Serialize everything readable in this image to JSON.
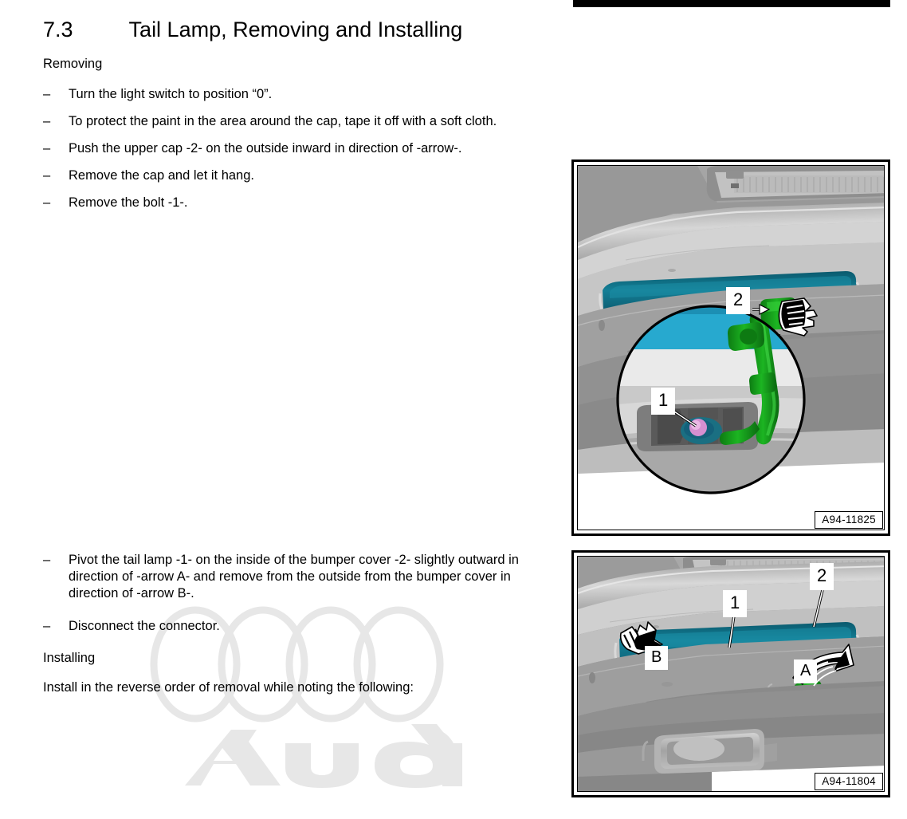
{
  "document": {
    "brand_watermark": "Audi",
    "section": {
      "number": "7.3",
      "title": "Tail Lamp, Removing and Installing"
    }
  },
  "content": {
    "removing": {
      "heading": "Removing",
      "steps": [
        "Turn the light switch to position “0”.",
        "To protect the paint in the area around the cap, tape it off with a soft cloth.",
        "Push the upper cap -2- on the outside inward in direction of -arrow-.",
        "Remove the cap and let it hang.",
        "Remove the bolt -1-."
      ]
    },
    "removing_part2": {
      "steps": [
        "Pivot the tail lamp -1- on the inside of the bumper cover -2- slightly outward in direction of -arrow A- and remove from the outside from the bumper cover in direction of -arrow B-.",
        "Disconnect the connector."
      ]
    },
    "installing": {
      "heading": "Installing",
      "paragraph": "Install in the reverse order of removal while noting the following:"
    },
    "bullet_marker": "–"
  },
  "figures": [
    {
      "id": "figure-1",
      "caption": "A94-11825",
      "description": "Rear bumper area with tail lamp reflector and upper cap, with magnified detail circle",
      "callouts": [
        {
          "label": "1",
          "refers_to": "bolt"
        },
        {
          "label": "2",
          "refers_to": "upper cap"
        }
      ],
      "colors": {
        "highlight_part": "#12768c",
        "clip_green": "#16a01c",
        "bolt_pink": "#d98fd4",
        "detail_band": "#27a9cf"
      }
    },
    {
      "id": "figure-2",
      "caption": "A94-11804",
      "description": "Rear bumper with tail lamp being removed, direction arrows A and B",
      "callouts": [
        {
          "label": "1",
          "refers_to": "tail lamp"
        },
        {
          "label": "2",
          "refers_to": "bumper cover"
        },
        {
          "label": "A",
          "refers_to": "pivot direction arrow"
        },
        {
          "label": "B",
          "refers_to": "removal direction arrow"
        }
      ],
      "colors": {
        "highlight_part": "#12768c",
        "clip_green": "#22b024"
      }
    }
  ]
}
